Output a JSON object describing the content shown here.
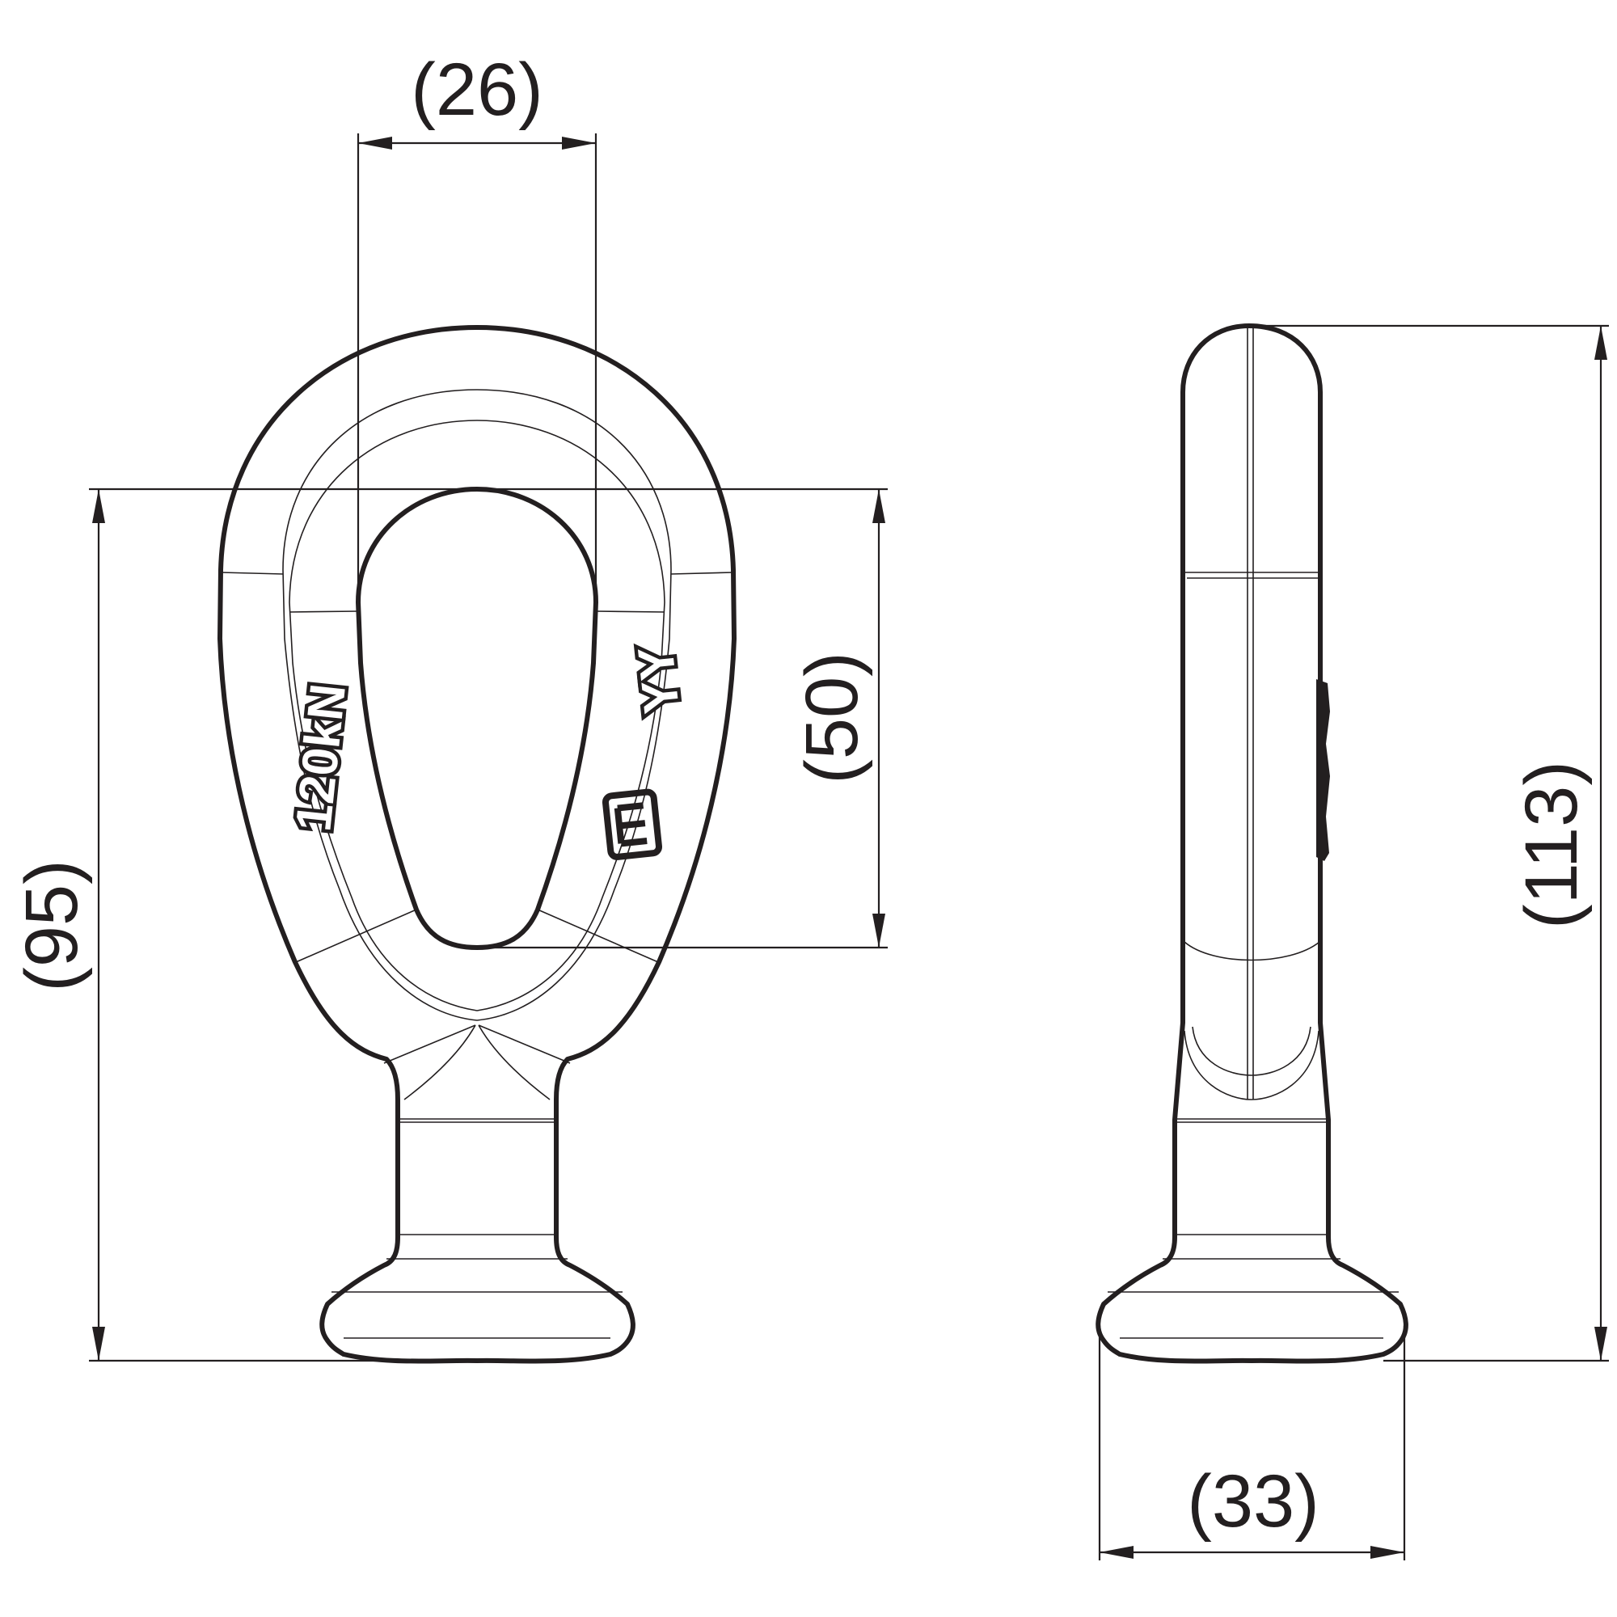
{
  "drawing": {
    "type": "ball eye fitting technical drawing",
    "line_color": "#231f20",
    "background": "#ffffff"
  },
  "front_view": {
    "markings": {
      "rating": "120kN",
      "manufacturer": "YY"
    },
    "dimensions": {
      "eye_width": "(26)",
      "eye_height": "(50)",
      "overall_height": "(95)"
    }
  },
  "side_view": {
    "dimensions": {
      "overall_height": "(113)",
      "ball_diameter": "(33)"
    }
  }
}
